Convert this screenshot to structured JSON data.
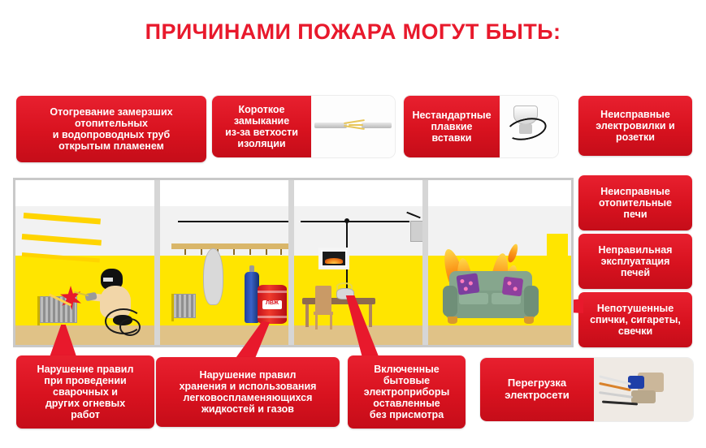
{
  "poster": {
    "title": "ПРИЧИНАМИ ПОЖАРА МОГУТ БЫТЬ:",
    "accent_red": "#e8192c",
    "box_red": "#d8121f",
    "wall_yellow": "#ffe500",
    "frame_gray": "#c9c9c9"
  },
  "top_boxes": [
    {
      "id": "thawing-pipes",
      "label": "Отогревание замерзших\nотопительных\nи водопроводных труб\nоткрытым пламенем",
      "has_image": false
    },
    {
      "id": "short-circuit",
      "label": "Короткое\nзамыкание\nиз-за ветхости\nизоляции",
      "has_image": true,
      "image": "frayed-cable-icon"
    },
    {
      "id": "nonstandard-fuse",
      "label": "Нестандартные\nплавкие\nвставки",
      "has_image": true,
      "image": "fuse-plug-icon"
    },
    {
      "id": "faulty-plugs",
      "label": "Неисправные\nэлектровилки и\nрозетки",
      "has_image": false
    }
  ],
  "right_boxes": [
    {
      "id": "faulty-stoves",
      "label": "Неисправные\nотопительные\nпечи"
    },
    {
      "id": "stove-misuse",
      "label": "Неправильная\nэксплуатация\nпечей"
    },
    {
      "id": "unextinguished",
      "label": "Непотушенные\nспички, сигареты,\nсвечки"
    }
  ],
  "bottom_boxes": [
    {
      "id": "welding-works",
      "label": "Нарушение правил\nпри проведении\nсварочных  и\nдругих огневых\nработ",
      "has_image": false
    },
    {
      "id": "flammable-store",
      "label": "Нарушение правил\nхранения и использования\nлегковоспламеняющихся\nжидкостей и газов",
      "has_image": false
    },
    {
      "id": "appliances-left",
      "label": "Включенные\nбытовые\nэлектроприборы\nоставленные\nбез присмотра",
      "has_image": false
    },
    {
      "id": "grid-overload",
      "label": "Перегрузка\nэлектросети",
      "has_image": true,
      "image": "overloaded-socket-icon"
    }
  ],
  "illustration": {
    "rooms": [
      {
        "id": "room-welding",
        "caption_link": "welding-works",
        "objects": [
          "shelves",
          "radiator",
          "welder",
          "welding-sparks",
          "torch-cable"
        ]
      },
      {
        "id": "room-storage",
        "caption_link": "flammable-store",
        "objects": [
          "coat-rack",
          "hanging-coat",
          "radiator",
          "gas-cylinder",
          "flammable-barrel"
        ]
      },
      {
        "id": "room-kitchen",
        "caption_link": "appliances-left",
        "objects": [
          "table",
          "chair",
          "electric-kettle",
          "hanging-wire",
          "wall-picture",
          "electric-panel"
        ]
      },
      {
        "id": "room-livingroom",
        "caption_link": "unextinguished",
        "objects": [
          "sofa",
          "pillows",
          "fire-flames"
        ]
      }
    ],
    "barrel_label": "ЛВЖ"
  }
}
